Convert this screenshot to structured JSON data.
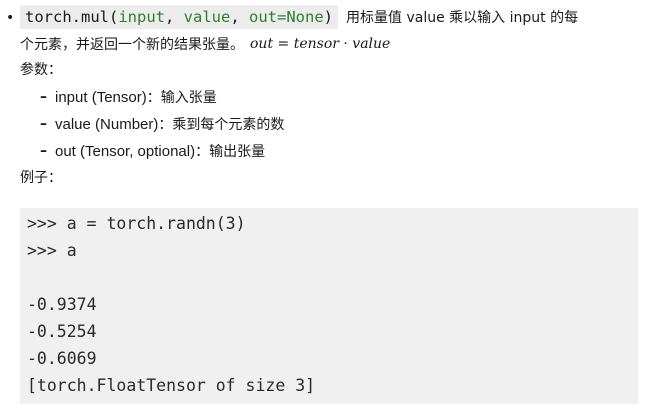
{
  "signature": {
    "bullet": "•",
    "func": "torch.mul(",
    "arg1": "input",
    "sep1": ", ",
    "arg2": "value",
    "sep2": ", ",
    "kw": "out=None",
    "close": ")"
  },
  "description": {
    "line1": "用标量值 value 乘以输入 input 的每",
    "line2": "个元素，并返回一个新的结果张量。",
    "formula": "out = tensor · value"
  },
  "params": {
    "heading": "参数：",
    "items": [
      {
        "dash": "–",
        "name": "input (Tensor)",
        "sep": "：",
        "desc": "输入张量"
      },
      {
        "dash": "–",
        "name": "value (Number)",
        "sep": "：",
        "desc": "乘到每个元素的数"
      },
      {
        "dash": "–",
        "name": "out (Tensor, optional)",
        "sep": "：",
        "desc": "输出张量"
      }
    ]
  },
  "example": {
    "heading": "例子：",
    "lines": [
      ">>> a = torch.randn(3)",
      ">>> a",
      "",
      "-0.9374",
      "-0.5254",
      "-0.6069",
      "[torch.FloatTensor of size 3]"
    ]
  }
}
